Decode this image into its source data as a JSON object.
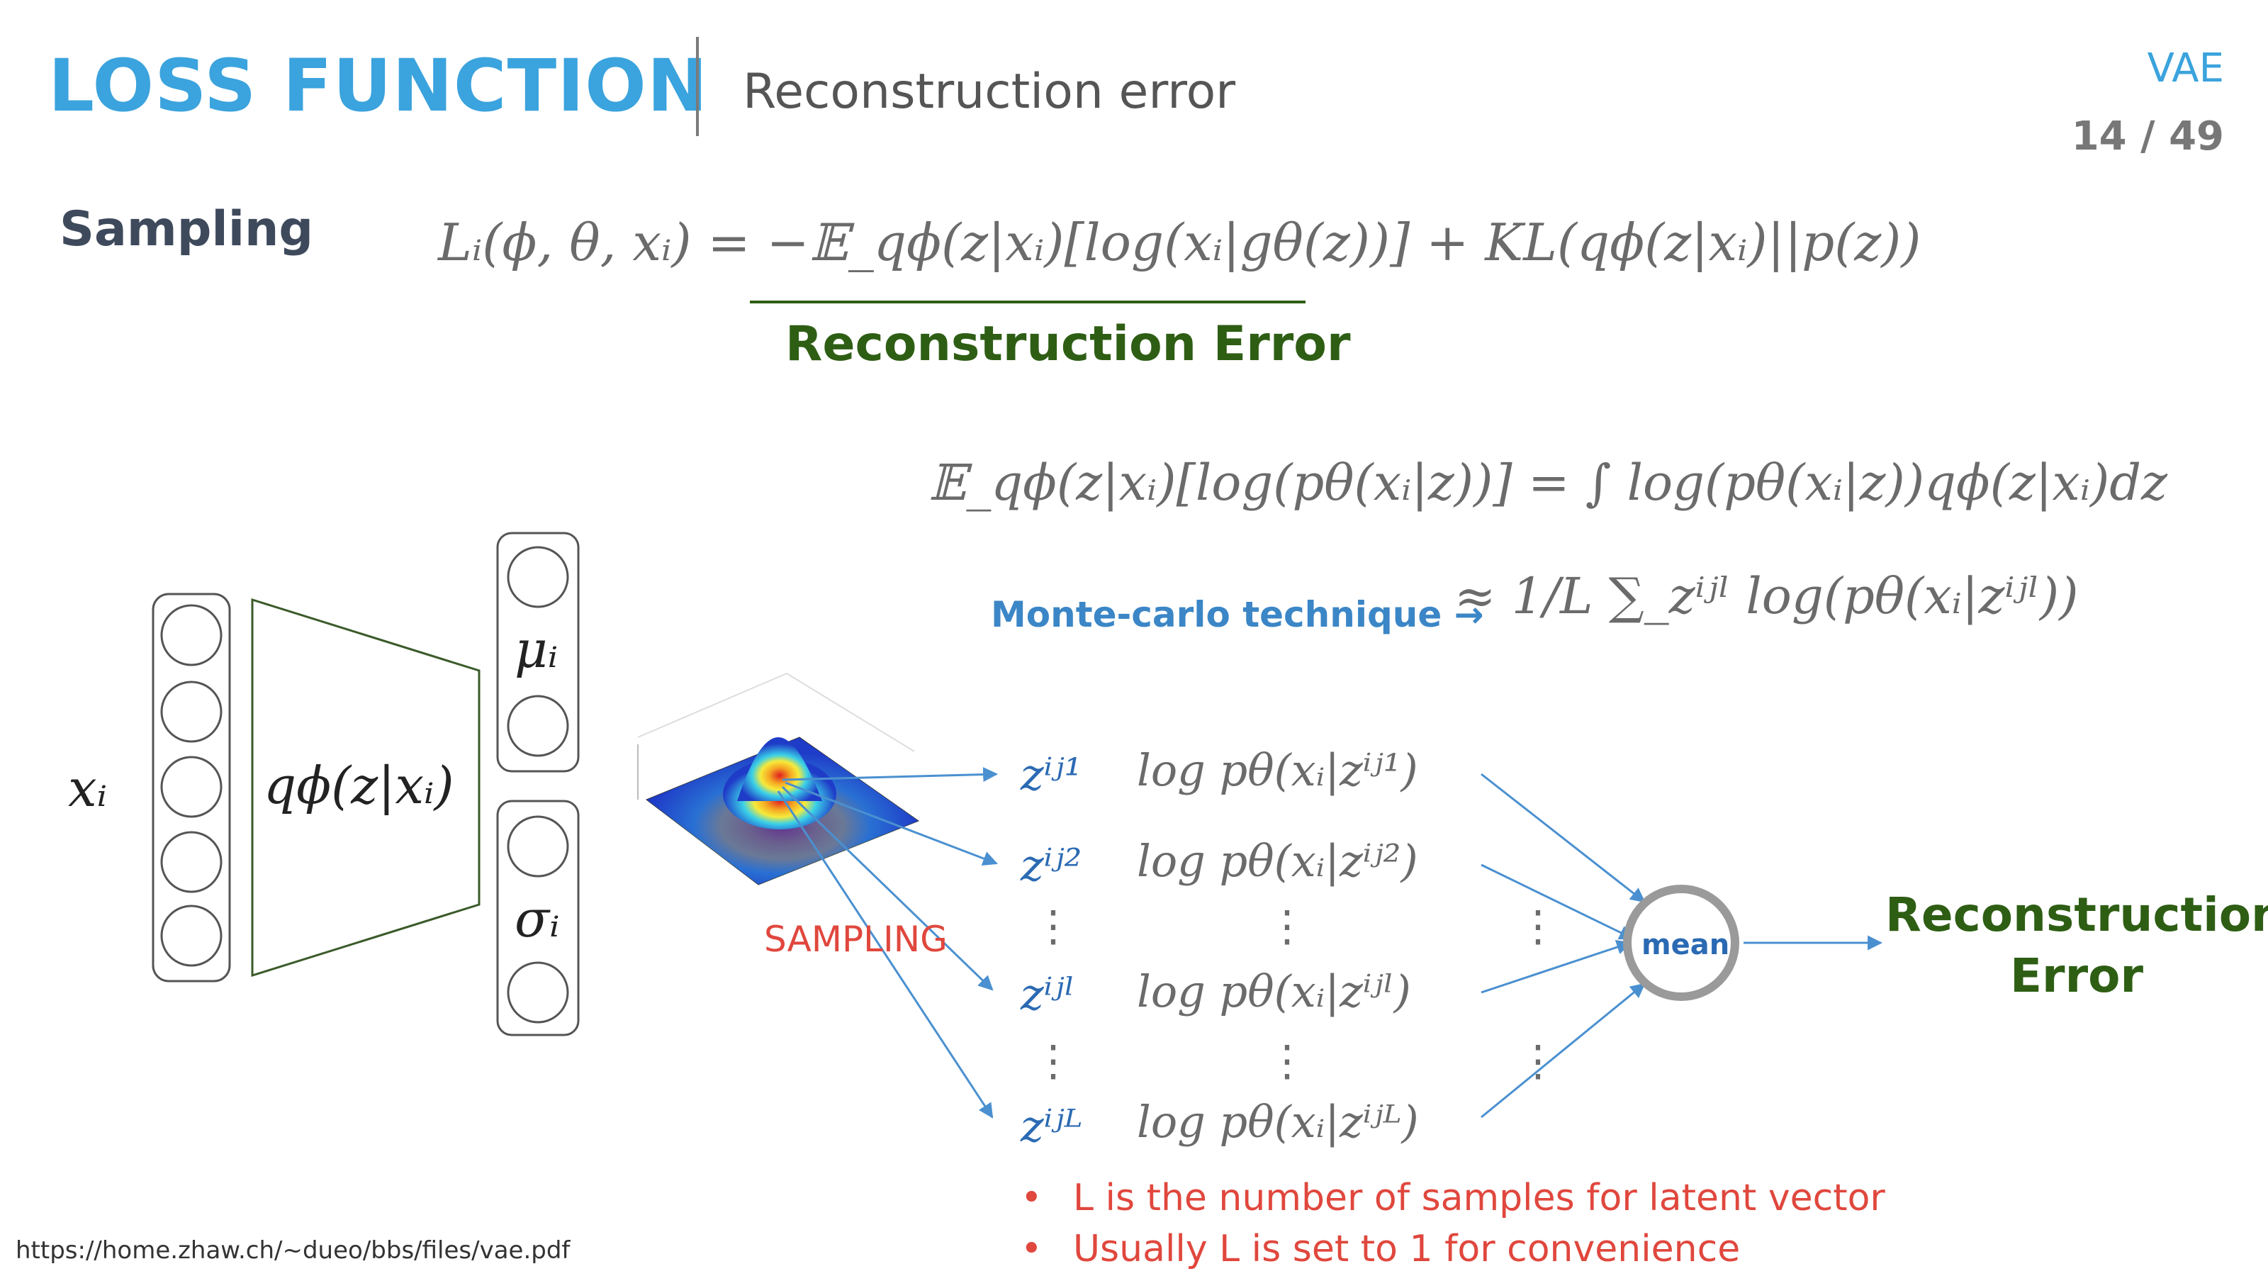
{
  "header": {
    "title": "LOSS FUNCTION",
    "subtitle": "Reconstruction error",
    "tag": "VAE",
    "page": "14 / 49"
  },
  "section": {
    "heading": "Sampling"
  },
  "equations": {
    "loss": "Lᵢ(ϕ, θ, xᵢ) = −𝔼_qϕ(z|xᵢ)[log(xᵢ|gθ(z))] + KL(qϕ(z|xᵢ)||p(z))",
    "loss_underline_label": "Reconstruction Error",
    "expectation": "𝔼_qϕ(z|xᵢ)[log(pθ(xᵢ|z))] = ∫ log(pθ(xᵢ|z))qϕ(z|xᵢ)dz",
    "monte_carlo_label": "Monte-carlo technique →",
    "approximation": "≈ 1/L ∑_zⁱʲˡ log(pθ(xᵢ|zⁱʲˡ))"
  },
  "encoder": {
    "input_label": "xᵢ",
    "network_label": "qϕ(z|xᵢ)",
    "mu_label": "μᵢ",
    "sigma_label": "σᵢ"
  },
  "sampling": {
    "label": "SAMPLING",
    "samples": [
      {
        "z": "zⁱʲ¹",
        "logp": "log pθ(xᵢ|zⁱʲ¹)"
      },
      {
        "z": "zⁱʲ²",
        "logp": "log pθ(xᵢ|zⁱʲ²)"
      },
      {
        "z": "zⁱʲˡ",
        "logp": "log pθ(xᵢ|zⁱʲˡ)"
      },
      {
        "z": "zⁱʲᴸ",
        "logp": "log pθ(xᵢ|zⁱʲᴸ)"
      }
    ],
    "ellipsis": "⋮"
  },
  "aggregate": {
    "mean_label": "mean",
    "output_line1": "Reconstruction",
    "output_line2": "Error"
  },
  "notes": [
    "L is the number of samples for latent vector",
    "Usually L is set to 1 for convenience"
  ],
  "bullet": "•",
  "source": "https://home.zhaw.ch/~dueo/bbs/files/vae.pdf",
  "colors": {
    "title_blue": "#3ba3dd",
    "arrow_blue": "#4a90d0",
    "green": "#2e5e14",
    "red": "#e0473d",
    "gray_text": "#6b6b6b"
  }
}
